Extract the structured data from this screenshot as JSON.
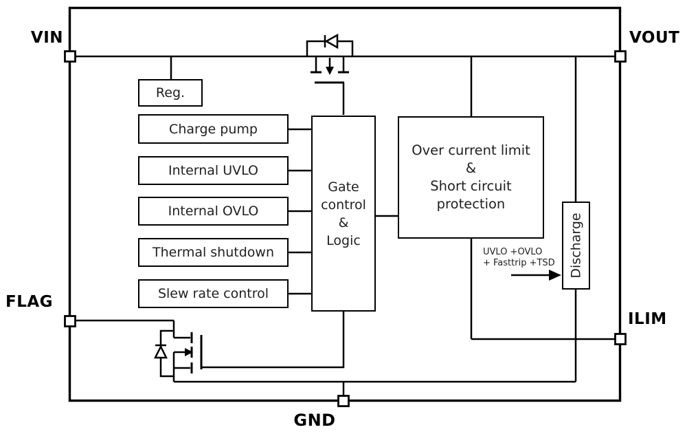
{
  "colors": {
    "background": "#ffffff",
    "line": "#000000",
    "text": "#1f1f1f"
  },
  "pins": {
    "vin": "VIN",
    "vout": "VOUT",
    "flag": "FLAG",
    "ilim": "ILIM",
    "gnd": "GND"
  },
  "blocks": {
    "reg": "Reg.",
    "charge_pump": "Charge pump",
    "internal_uvlo": "Internal UVLO",
    "internal_ovlo": "Internal OVLO",
    "thermal_shutdown": "Thermal shutdown",
    "slew_rate_control": "Slew rate control",
    "gate_control": "Gate\ncontrol\n&\nLogic",
    "over_current": "Over current limit\n&\nShort circuit\nprotection",
    "discharge": "Discharge"
  },
  "annotations": {
    "discharge_trigger": "UVLO +OVLO\n+ Fasttrip +TSD"
  }
}
